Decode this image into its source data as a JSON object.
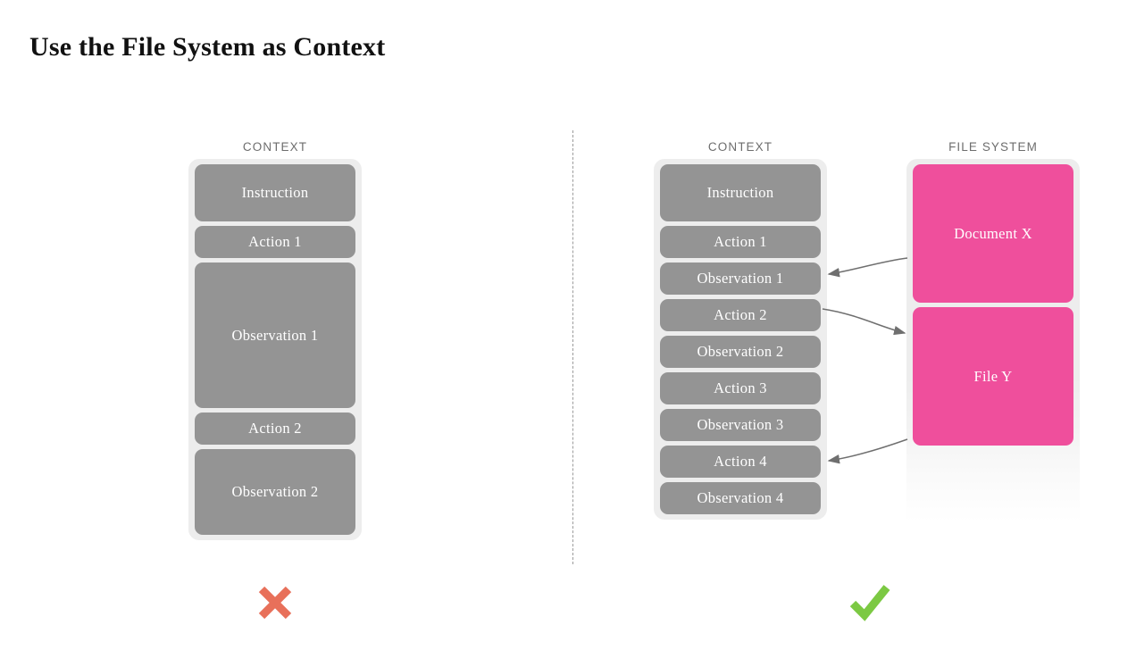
{
  "slide": {
    "title": "Use the File System as Context"
  },
  "left_panel": {
    "label": "CONTEXT",
    "verdict_icon": "cross-mark-icon",
    "verdict_color": "#e8705a",
    "container_color": "#ededed",
    "block_color": "#949494",
    "blocks": [
      {
        "label": "Instruction",
        "height": 64
      },
      {
        "label": "Action 1",
        "height": 36
      },
      {
        "label": "Observation 1",
        "height": 163
      },
      {
        "label": "Action 2",
        "height": 36
      },
      {
        "label": "Observation 2",
        "height": 96
      }
    ]
  },
  "right_panel": {
    "label": "CONTEXT",
    "verdict_icon": "check-mark-icon",
    "verdict_color": "#7cc943",
    "container_color": "#ededed",
    "block_color": "#949494",
    "blocks": [
      {
        "label": "Instruction",
        "height": 64
      },
      {
        "label": "Action 1",
        "height": 36
      },
      {
        "label": "Observation 1",
        "height": 36
      },
      {
        "label": "Action 2",
        "height": 36
      },
      {
        "label": "Observation 2",
        "height": 36
      },
      {
        "label": "Action 3",
        "height": 36
      },
      {
        "label": "Observation 3",
        "height": 36
      },
      {
        "label": "Action 4",
        "height": 36
      },
      {
        "label": "Observation 4",
        "height": 36
      }
    ]
  },
  "file_system": {
    "label": "FILE SYSTEM",
    "container_color": "#ededed",
    "block_color": "#ef4f9c",
    "blocks": [
      {
        "label": "Document X",
        "height": 155
      },
      {
        "label": "File Y",
        "height": 155
      }
    ]
  },
  "connections": [
    {
      "name": "document-x-to-observation-1",
      "from": "Document X",
      "to": "Observation 1"
    },
    {
      "name": "action-2-to-file-y",
      "from": "Action 2",
      "to": "File Y"
    },
    {
      "name": "file-y-to-action-4",
      "from": "File Y",
      "to": "Action 4"
    }
  ]
}
